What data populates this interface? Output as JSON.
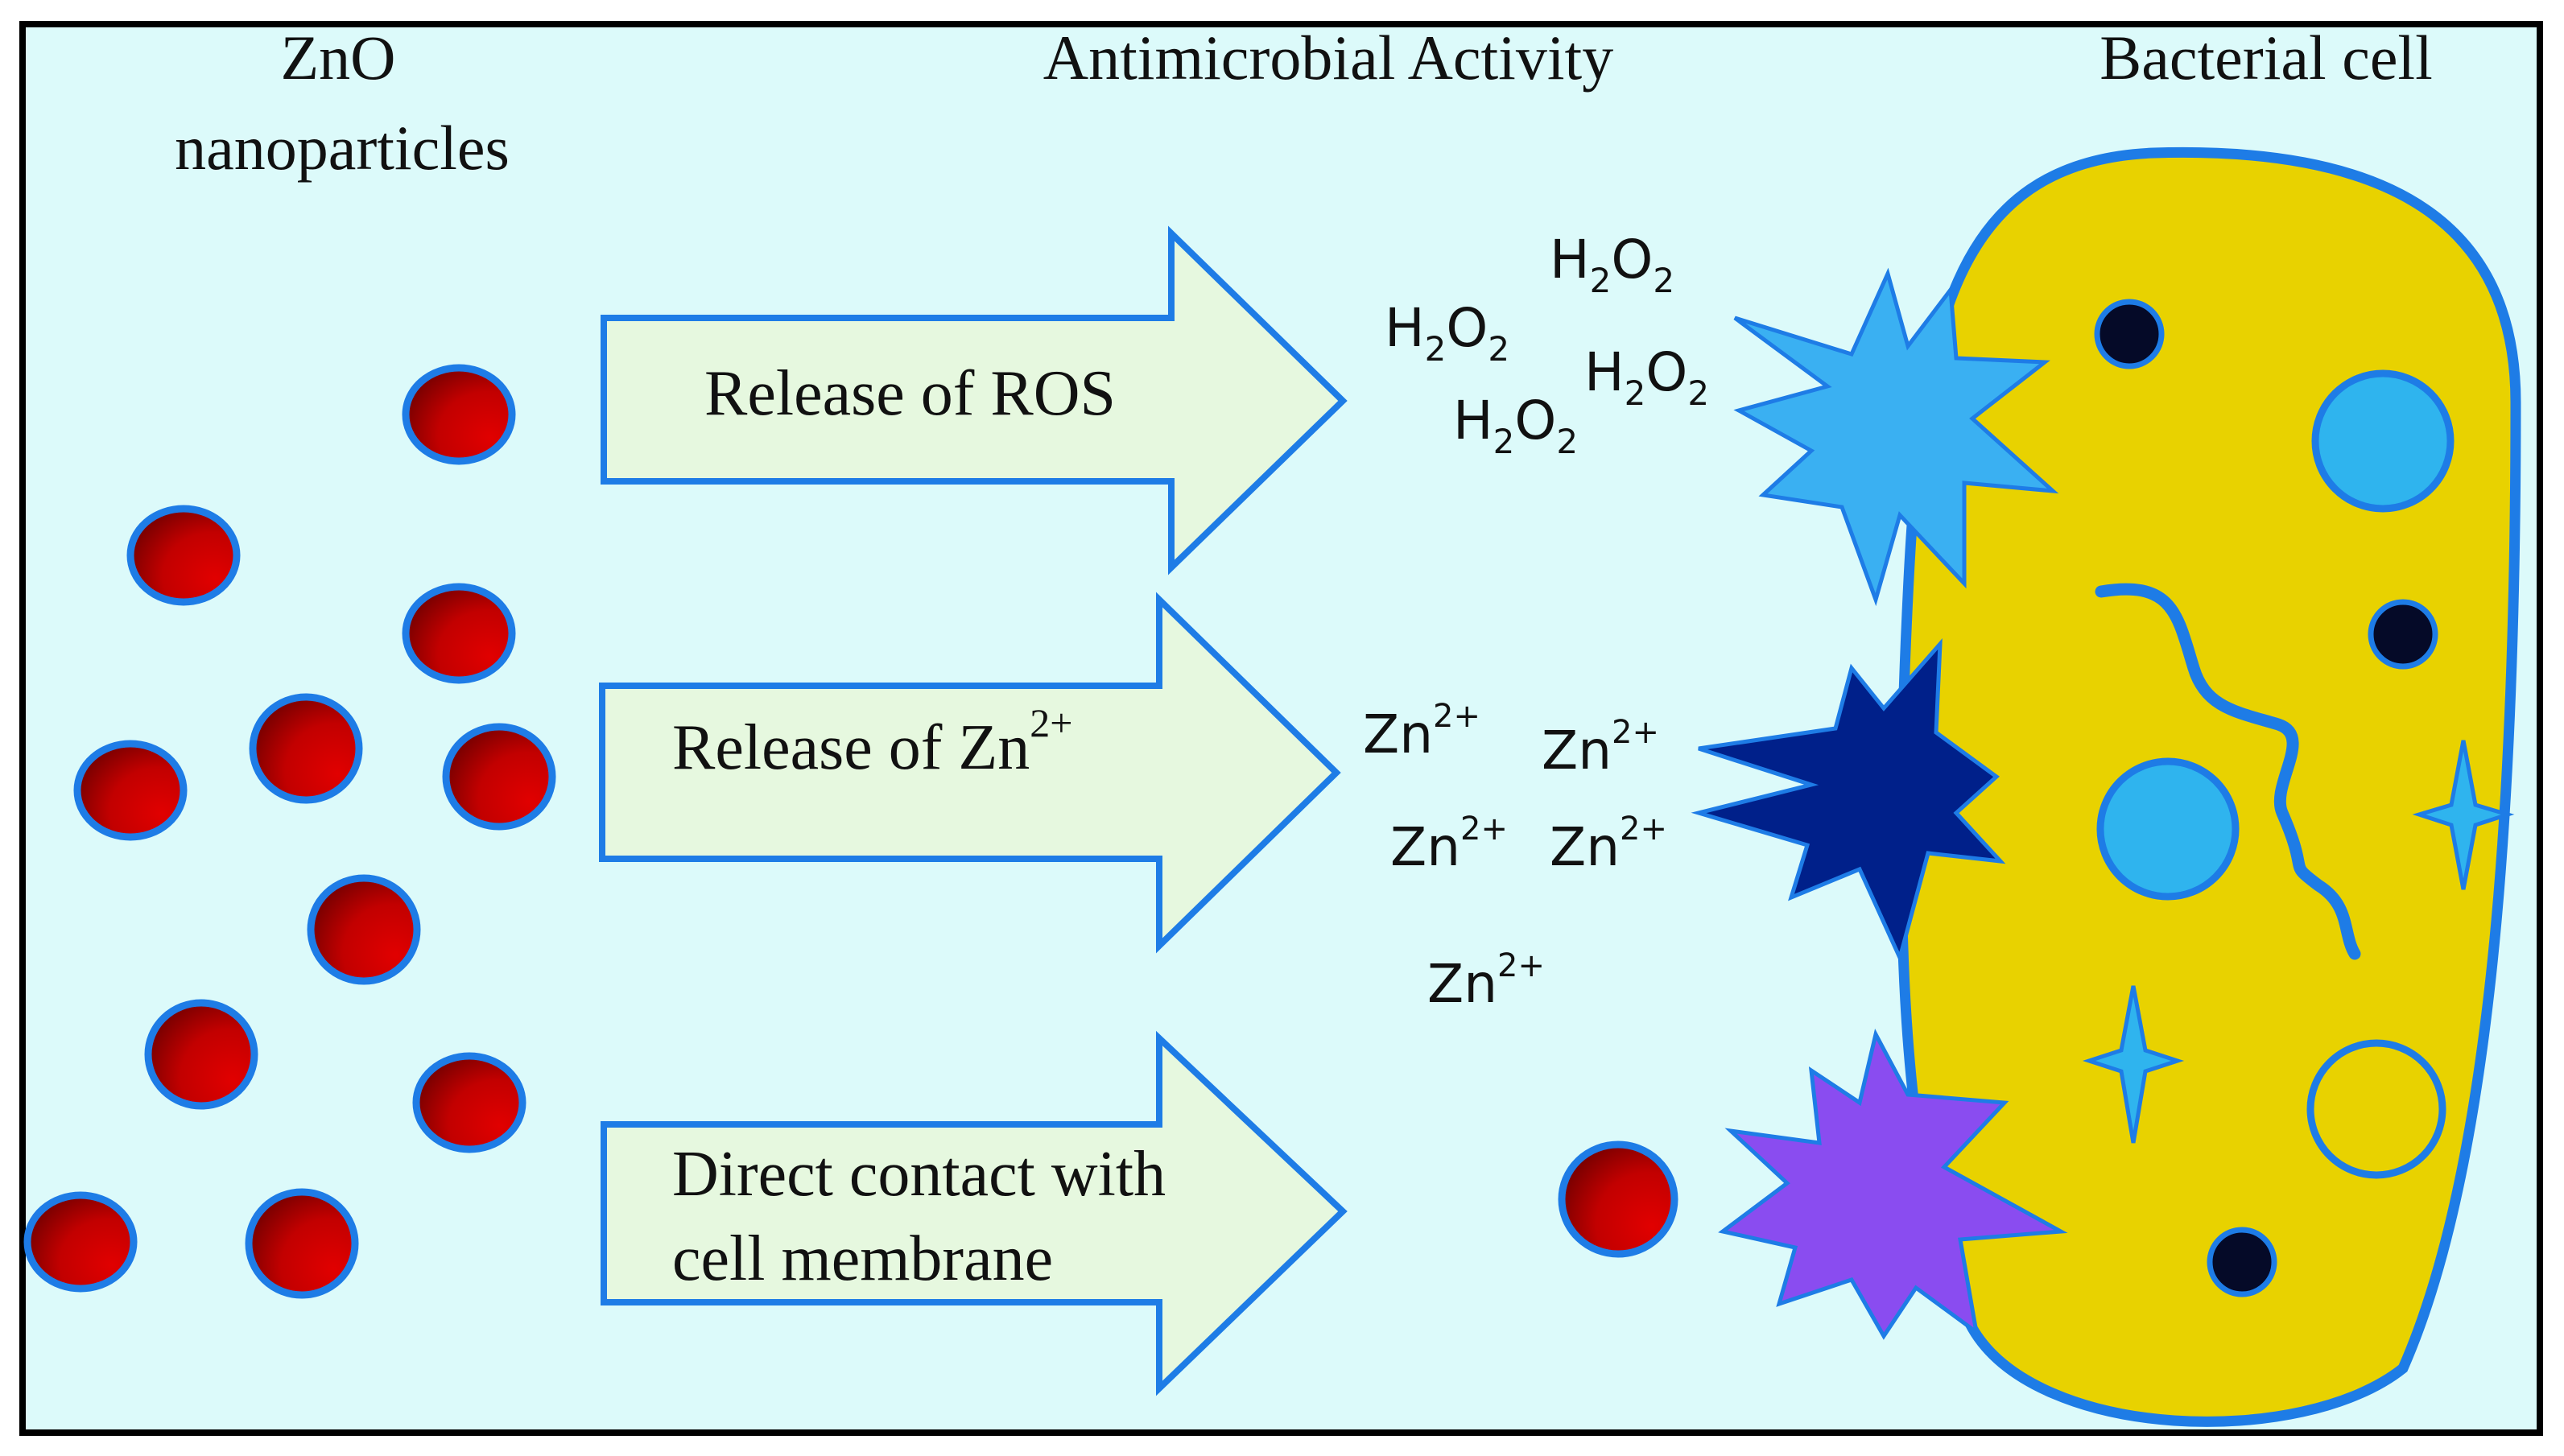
{
  "colors": {
    "background": "#dcfafa",
    "arrow_fill": "#e6f8df",
    "outline_blue": "#1e7ce6",
    "cell_fill": "#e8d200",
    "nanoparticle_dark": "#8a0000",
    "nanoparticle_bright": "#e10000",
    "ros_burst": "#3ab0f2",
    "zn_burst": "#00208a",
    "contact_burst": "#8a4cf0",
    "organelle_light": "#2fb4ee",
    "granule_dark": "#050a28"
  },
  "headings": {
    "nanoparticles_line1": "ZnO",
    "nanoparticles_line2": "nanoparticles",
    "activity": "Antimicrobial Activity",
    "cell": "Bacterial cell"
  },
  "arrows": {
    "ros": "Release of ROS",
    "zinc_base": "Release of Zn",
    "zinc_sup": "2+",
    "contact_line1": "Direct contact with",
    "contact_line2": "cell membrane"
  },
  "species": {
    "h2o2_h": "H",
    "h2o2_sub": "2",
    "h2o2_o": "O",
    "zn_base": "Zn",
    "zn_sup": "2+"
  },
  "icons": {
    "nanoparticle": "red-sphere-icon",
    "ros_damage": "starburst-icon",
    "zn_damage": "starburst-icon",
    "contact_damage": "starburst-icon"
  }
}
